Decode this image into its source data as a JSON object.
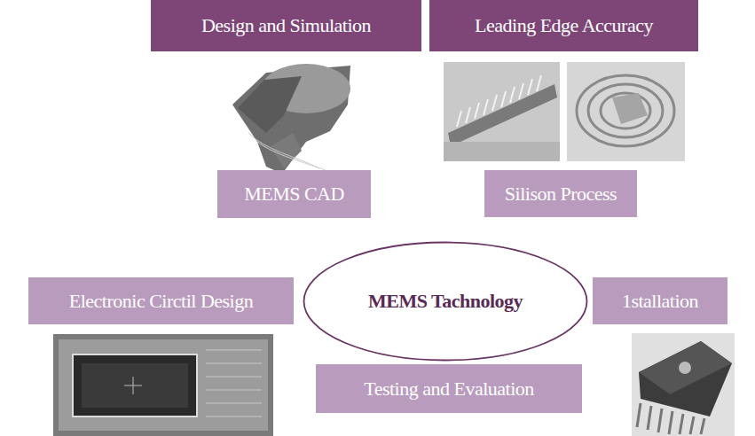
{
  "diagram": {
    "nodes": [
      {
        "text": [
          "Design and Simulation"
        ]
      },
      {
        "text": [
          "Leading Edge Accuracy"
        ]
      },
      {
        "text": [
          "MEMS CAD"
        ]
      },
      {
        "text": [
          "Silison Process"
        ]
      },
      {
        "text": [
          "Electronic Circtil Design"
        ]
      },
      {
        "text": [
          "MEMS Tachnology"
        ]
      },
      {
        "text": [
          "1stallation"
        ]
      },
      {
        "text": [
          "Testing and Evaluation"
        ]
      }
    ]
  }
}
